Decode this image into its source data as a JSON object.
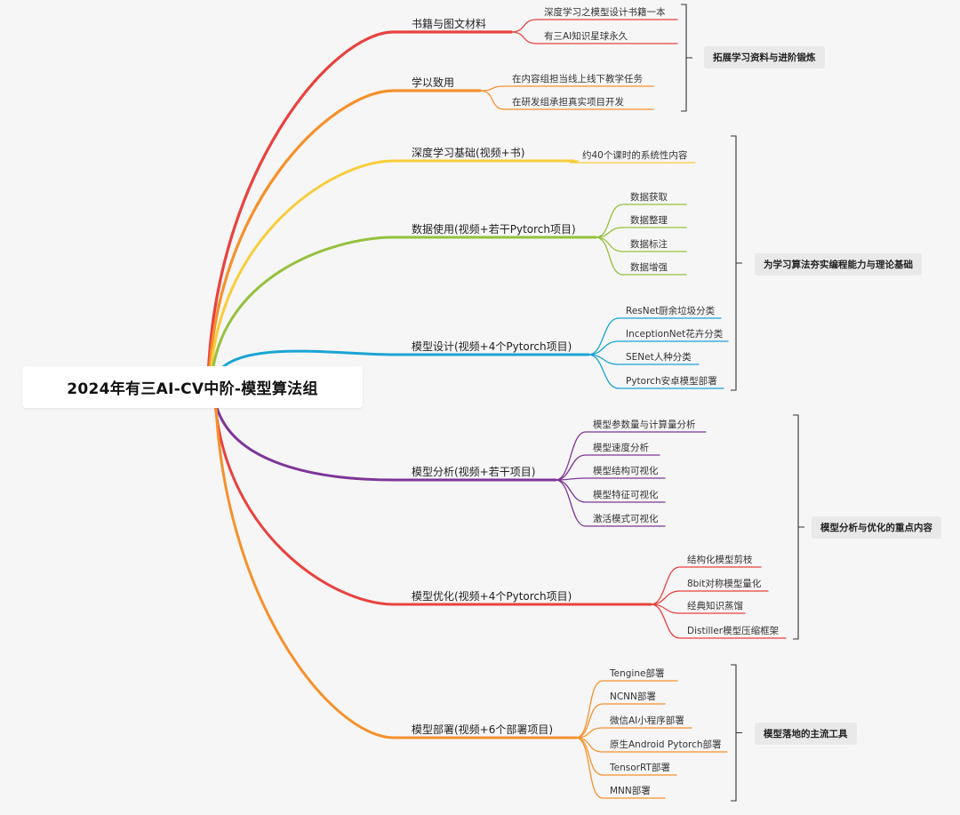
{
  "root": {
    "title": "2024年有三AI-CV中阶-模型算法组"
  },
  "branches": [
    {
      "id": "b0",
      "label": "书籍与图文材料",
      "color": "#e8423f",
      "leaves": [
        "深度学习之模型设计书籍一本",
        "有三AI知识星球永久"
      ]
    },
    {
      "id": "b1",
      "label": "学以致用",
      "color": "#f5912c",
      "leaves": [
        "在内容组担当线上线下教学任务",
        "在研发组承担真实项目开发"
      ]
    },
    {
      "id": "b2",
      "label": "深度学习基础(视频+书)",
      "color": "#f8cd3a",
      "leaves": [
        "约40个课时的系统性内容"
      ]
    },
    {
      "id": "b3",
      "label": "数据使用(视频+若干Pytorch项目)",
      "color": "#95c13d",
      "leaves": [
        "数据获取",
        "数据整理",
        "数据标注",
        "数据增强"
      ]
    },
    {
      "id": "b4",
      "label": "模型设计(视频+4个Pytorch项目)",
      "color": "#1aa4d4",
      "leaves": [
        "ResNet厨余垃圾分类",
        "InceptionNet花卉分类",
        "SENet人种分类",
        "Pytorch安卓模型部署"
      ]
    },
    {
      "id": "b5",
      "label": "模型分析(视频+若干项目)",
      "color": "#7e3598",
      "leaves": [
        "模型参数量与计算量分析",
        "模型速度分析",
        "模型结构可视化",
        "模型特征可视化",
        "激活模式可视化"
      ]
    },
    {
      "id": "b6",
      "label": "模型优化(视频+4个Pytorch项目)",
      "color": "#e8423f",
      "leaves": [
        "结构化模型剪枝",
        "8bit对称模型量化",
        "经典知识蒸馏",
        "Distiller模型压缩框架"
      ]
    },
    {
      "id": "b7",
      "label": "模型部署(视频+6个部署项目)",
      "color": "#f5912c",
      "leaves": [
        "Tengine部署",
        "NCNN部署",
        "微信AI小程序部署",
        "原生Android Pytorch部署",
        "TensorRT部署",
        "MNN部署"
      ]
    }
  ],
  "summaries": [
    {
      "label": "拓展学习资料与进阶锻炼"
    },
    {
      "label": "为学习算法夯实编程能力与理论基础"
    },
    {
      "label": "模型分析与优化的重点内容"
    },
    {
      "label": "模型落地的主流工具"
    }
  ]
}
